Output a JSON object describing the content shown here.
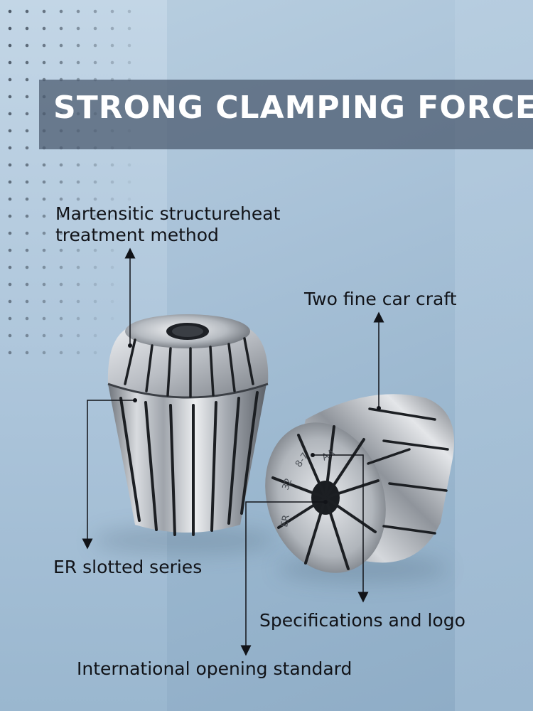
{
  "banner": {
    "title": "STRONG CLAMPING FORCE"
  },
  "callouts": {
    "martensitic_line1": "Martensitic structureheat",
    "martensitic_line2": "treatment method",
    "two_fine": "Two fine car craft",
    "er_slotted": "ER slotted series",
    "specifications": "Specifications and logo",
    "international": "International opening standard"
  },
  "colors": {
    "background": "#a9c2d8",
    "banner": "#48586c",
    "banner_text": "#ffffff",
    "label_text": "#111318",
    "steel": "#c9ccd1"
  }
}
